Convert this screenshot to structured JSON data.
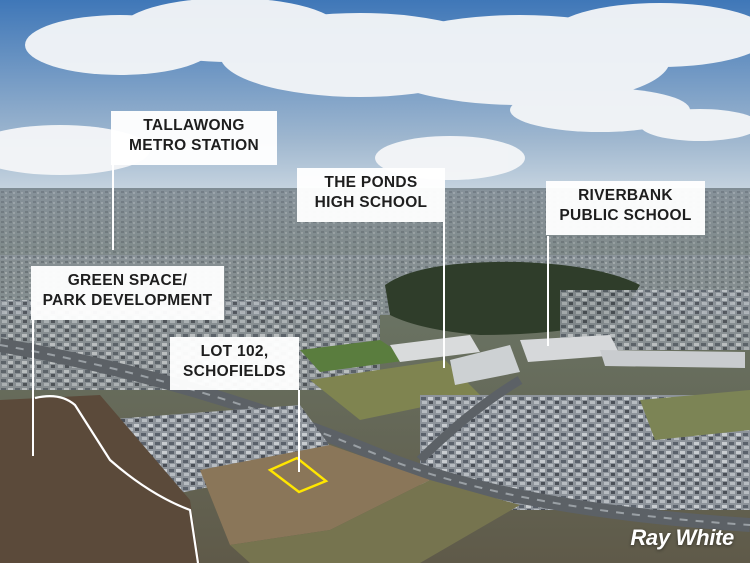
{
  "labels": {
    "tallawong": {
      "line1": "TALLAWONG",
      "line2": "METRO STATION"
    },
    "ponds": {
      "line1": "THE PONDS",
      "line2": "HIGH SCHOOL"
    },
    "riverbank": {
      "line1": "RIVERBANK",
      "line2": "PUBLIC SCHOOL"
    },
    "green_space": {
      "line1": "GREEN SPACE/",
      "line2": "PARK DEVELOPMENT"
    },
    "lot": {
      "line1": "LOT 102,",
      "line2": "SCHOFIELDS"
    }
  },
  "brand": {
    "text": "Ray White"
  },
  "colors": {
    "sky_top": "#3f77b8",
    "sky_horizon": "#cdd9e3",
    "label_bg": "#ffffff",
    "label_text": "#1e1e1e",
    "lot_outline": "#ffe600",
    "boundary_line": "#ffffff"
  }
}
